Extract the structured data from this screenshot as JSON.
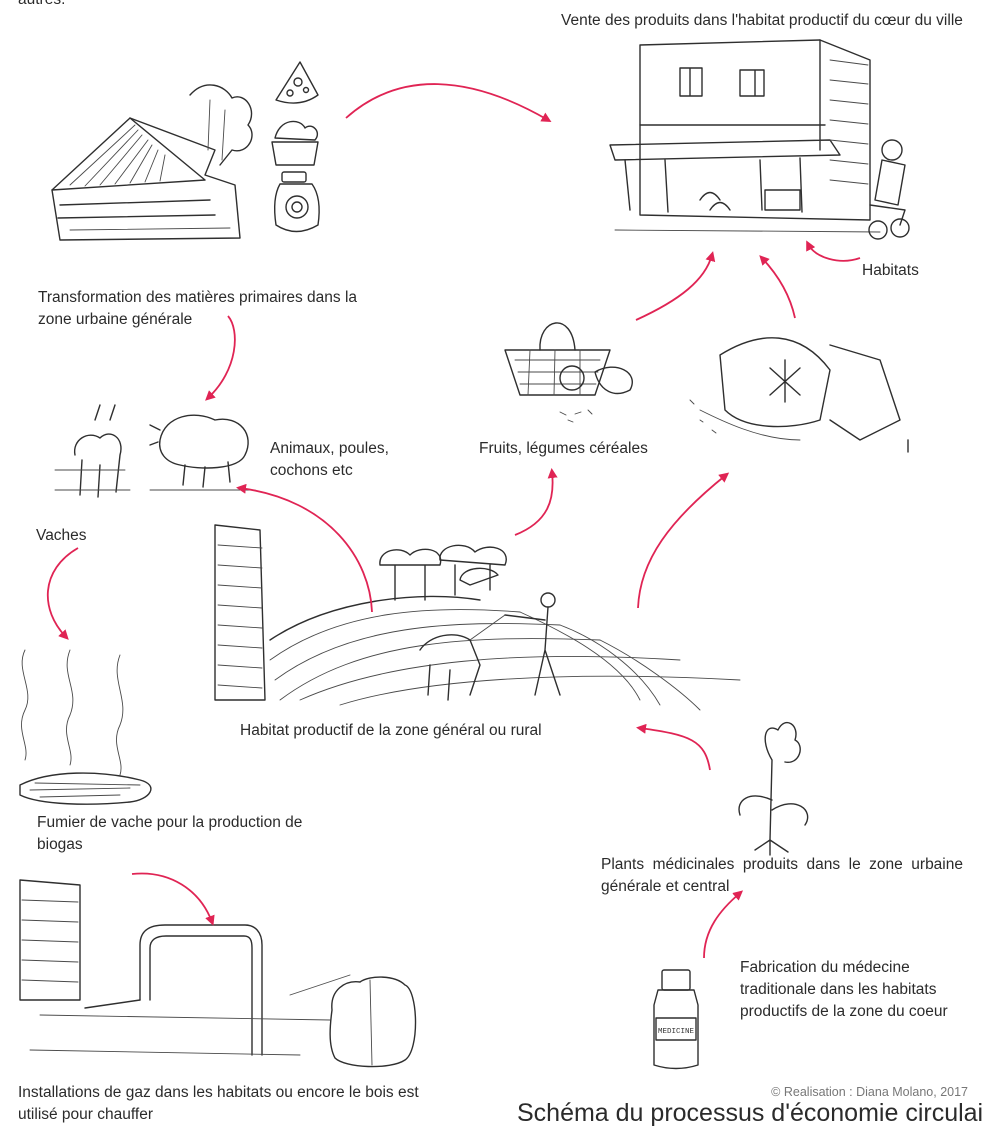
{
  "top_fragment": "autres.",
  "labels": {
    "vente": "Vente des produits dans l'habitat productif du cœur du ville",
    "habitats": "Habitats",
    "transformation": "Transformation des matières primaires dans la zone urbaine générale",
    "animaux": "Animaux, poules, cochons etc",
    "fruits": "Fruits, légumes céréales",
    "vaches": "Vaches",
    "habitat_productif": "Habitat productif de la zone général ou rural",
    "fumier": "Fumier de vache pour la production de biogas",
    "plants": "Plants médicinales produits dans le zone urbaine générale et central",
    "fabrication": "Fabrication du médecine traditionale dans les habitats productifs de la zone du coeur",
    "installations": "Installations de gaz dans les habitats ou encore le bois est utilisé pour chauffer",
    "medicine_bottle_label": "MEDICINE"
  },
  "credit": "© Realisation : Diana Molano, 2017",
  "caption": "Schéma du processus d'économie circulaire",
  "colors": {
    "arrow": "#e02454",
    "text": "#2b2b2b",
    "credit": "#777777"
  },
  "icons": [
    "house-sketch-icon",
    "cheese-icon",
    "bread-basket-icon",
    "jar-icon",
    "shop-building-icon",
    "motorbike-rider-icon",
    "basket-vegetables-icon",
    "grain-sacks-icon",
    "cow-icon",
    "pig-icon",
    "farmer-plough-icon",
    "barn-icon",
    "trees-icon",
    "steam-icon",
    "manure-icon",
    "medicinal-plant-icon",
    "gas-pipe-icon",
    "gas-tank-icon",
    "medicine-bottle-icon"
  ]
}
